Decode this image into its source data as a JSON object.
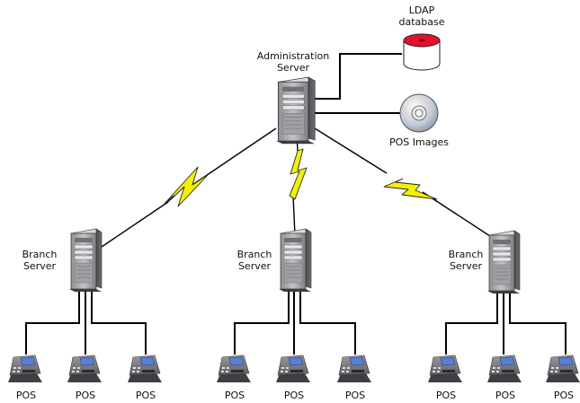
{
  "admin_server": {
    "label_line1": "Administration",
    "label_line2": "Server"
  },
  "ldap": {
    "label_line1": "LDAP",
    "label_line2": "database"
  },
  "pos_images": {
    "label": "POS Images"
  },
  "branches": [
    {
      "label_line1": "Branch",
      "label_line2": "Server",
      "terminals": [
        {
          "label": "POS"
        },
        {
          "label": "POS"
        },
        {
          "label": "POS"
        }
      ]
    },
    {
      "label_line1": "Branch",
      "label_line2": "Server",
      "terminals": [
        {
          "label": "POS"
        },
        {
          "label": "POS"
        },
        {
          "label": "POS"
        }
      ]
    },
    {
      "label_line1": "Branch",
      "label_line2": "Server",
      "terminals": [
        {
          "label": "POS"
        },
        {
          "label": "POS"
        },
        {
          "label": "POS"
        }
      ]
    }
  ],
  "colors": {
    "lightning": "#f2f200",
    "ldap_red": "#e8102a",
    "server_grey": "#a9abae",
    "pos_screen": "#5a7fd6"
  },
  "icons": {
    "server": "server-tower-icon",
    "database": "database-cylinder-icon",
    "disc": "cd-disc-icon",
    "pos": "pos-terminal-icon"
  }
}
